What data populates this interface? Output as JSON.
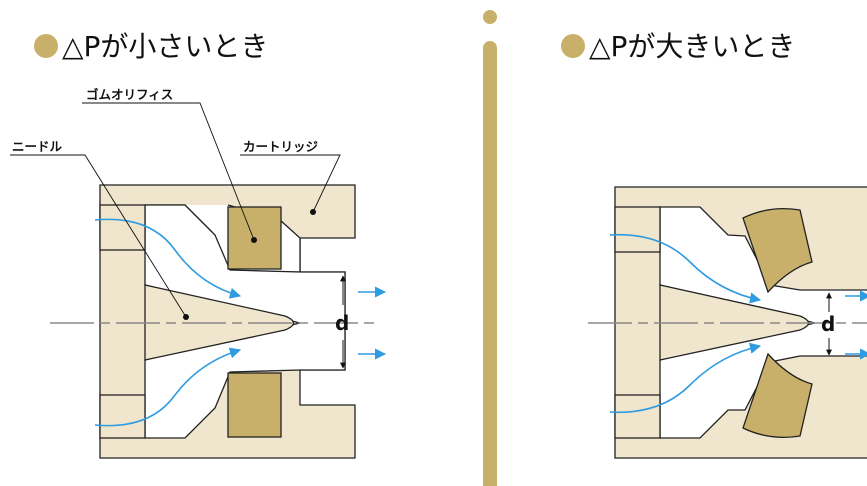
{
  "colors": {
    "bullet": "#c8b06b",
    "divider": "#c8b06b",
    "cartridge_body": "#efe6cd",
    "rubber_orifice": "#c8b06b",
    "flow_arrows": "#2f9be0",
    "center_axis": "#8a8a8a"
  },
  "left_panel": {
    "bullet_icon": "filled-circle-bullet",
    "title": "△Pが小さいとき",
    "labels": {
      "rubber_orifice": "ゴムオリフィス",
      "needle": "ニードル",
      "cartridge": "カートリッジ"
    },
    "gap_label": "d"
  },
  "right_panel": {
    "bullet_icon": "filled-circle-bullet",
    "title": "△Pが大きいとき",
    "gap_label": "d"
  }
}
